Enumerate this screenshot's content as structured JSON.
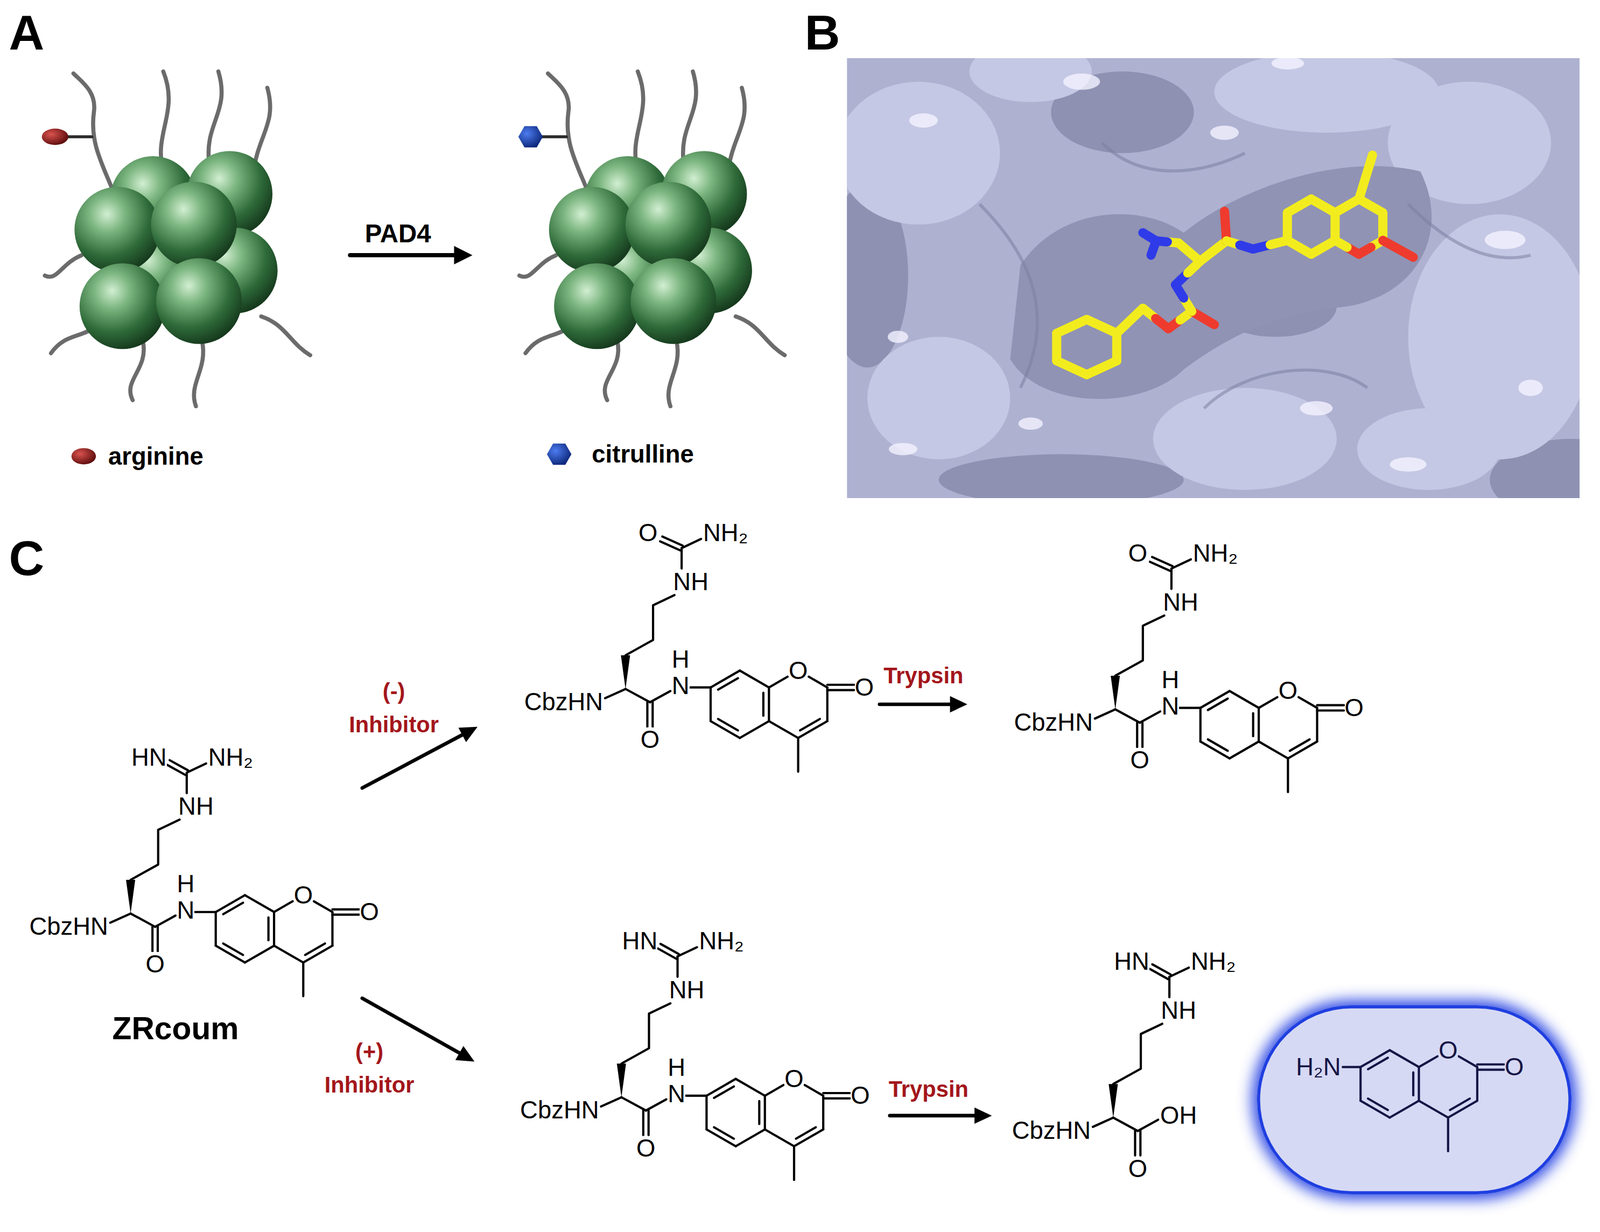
{
  "diagram": {
    "nodes": [
      {
        "text": [
          "H₂N",
          "O",
          "O"
        ]
      }
    ],
    "labels": [
      "A",
      "PAD4",
      "B",
      "C",
      "O",
      "NH₂",
      "NH",
      "H",
      "CbzHN",
      "N",
      "O",
      "O",
      "O",
      "Trypsin",
      "O",
      "NH₂",
      "NH",
      "H",
      "CbzHN",
      "N",
      "O",
      "O",
      "O",
      "HN",
      "NH₂",
      "NH",
      "H",
      "CbzHN",
      "N",
      "O",
      "O",
      "O",
      "ZRcoum",
      "(-) Inhibitor",
      "(+) Inhibitor",
      "HN",
      "NH₂",
      "NH",
      "H",
      "CbzHN",
      "N",
      "O",
      "O",
      "O",
      "Trypsin",
      "HN",
      "NH₂",
      "NH",
      "CbzHN",
      "OH",
      "O"
    ],
    "legend": [
      {
        "text": "arginine"
      },
      {
        "text": "citrulline"
      }
    ]
  }
}
